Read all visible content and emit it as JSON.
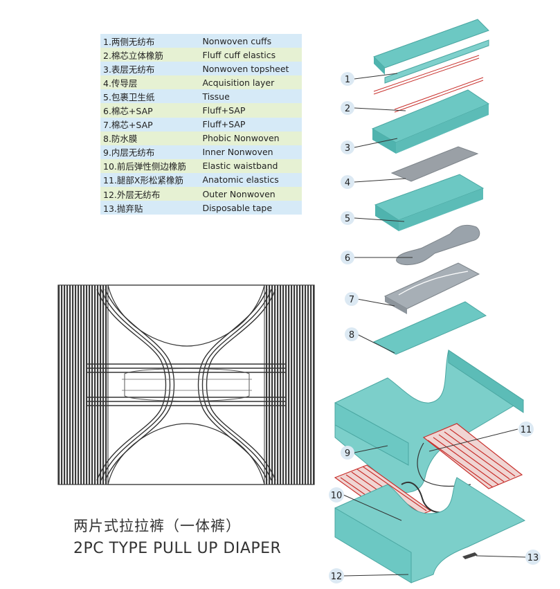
{
  "parts": [
    {
      "num": "1",
      "cn": "1.两侧无纺布",
      "en": "Nonwoven cuffs"
    },
    {
      "num": "2",
      "cn": "2.棉芯立体橡筋",
      "en": "Fluff cuff elastics"
    },
    {
      "num": "3",
      "cn": "3.表层无纺布",
      "en": "Nonwoven topsheet"
    },
    {
      "num": "4",
      "cn": "4.传导层",
      "en": "Acquisition layer"
    },
    {
      "num": "5",
      "cn": "5.包裹卫生纸",
      "en": "Tissue"
    },
    {
      "num": "6",
      "cn": "6.棉芯+SAP",
      "en": "Fluff+SAP"
    },
    {
      "num": "7",
      "cn": "7.棉芯+SAP",
      "en": "Fluff+SAP"
    },
    {
      "num": "8",
      "cn": "8.防水膜",
      "en": "Phobic Nonwoven"
    },
    {
      "num": "9",
      "cn": "9.内层无纺布",
      "en": "Inner Nonwoven"
    },
    {
      "num": "10",
      "cn": "10.前后弹性侧边橡筋",
      "en": "Elastic waistband"
    },
    {
      "num": "11",
      "cn": "11.腿部X形松紧橡筋",
      "en": "Anatomic elastics"
    },
    {
      "num": "12",
      "cn": "12.外层无纺布",
      "en": "Outer Nonwoven"
    },
    {
      "num": "13",
      "cn": "13.抛弃贴",
      "en": "Disposable tape"
    }
  ],
  "title": {
    "cn": "两片式拉拉裤（一体裤）",
    "en": "2PC TYPE PULL UP DIAPER"
  },
  "callouts": [
    "1",
    "2",
    "3",
    "4",
    "5",
    "6",
    "7",
    "8",
    "9",
    "10",
    "11",
    "12",
    "13"
  ],
  "colors": {
    "teal": "#5ec3bf",
    "gray": "#9aa3ab",
    "red": "#c8302c",
    "dark": "#333333"
  }
}
